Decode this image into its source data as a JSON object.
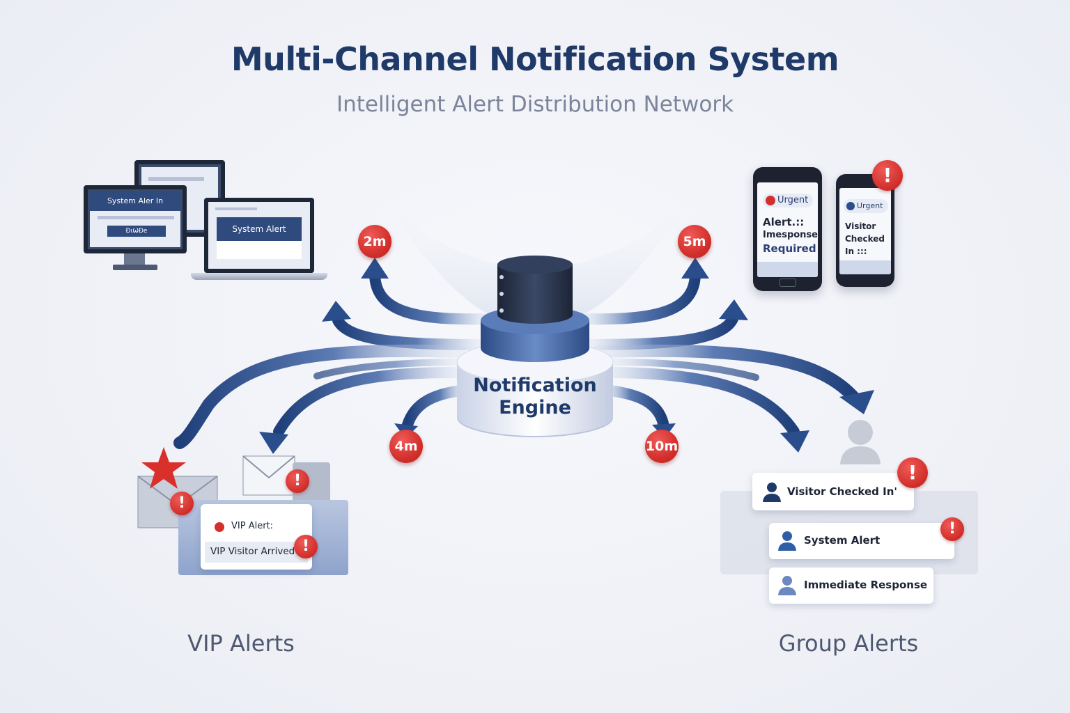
{
  "header": {
    "title": "Multi-Channel Notification System",
    "subtitle": "Intelligent Alert Distribution Network"
  },
  "engine": {
    "label_line1": "Notification",
    "label_line2": "Engine"
  },
  "badges": {
    "top_left": "2m",
    "top_right": "5m",
    "bottom_left": "4m",
    "bottom_right": "10m"
  },
  "desktop": {
    "monitor_bar": "System Aler In",
    "monitor_button": "ĐιѠĐе",
    "laptop_bar": "System Alert"
  },
  "mobile": {
    "phone1_pill": "Urgent",
    "phone1_line1": "Alert.::",
    "phone1_line2": "Imesponse",
    "phone1_line3": "Required",
    "phone2_pill": "Urgent",
    "phone2_line1": "Visitor",
    "phone2_line2": "Checked",
    "phone2_line3": "In :::",
    "alert_mark": "!"
  },
  "vip": {
    "card_title": "VIP Alert:",
    "card_body": "VIP Visitor Arrived",
    "alert_mark": "!",
    "label": "VIP Alerts"
  },
  "group": {
    "card1": "Visitor Checked In'",
    "card2": "System Alert",
    "card3": "Immediate Response",
    "alert_mark": "!",
    "label": "Group Alerts"
  },
  "colors": {
    "title": "#1f3a68",
    "flow_dark": "#1f3f7a",
    "badge_red": "#d3302c",
    "text_gray": "#7b849a"
  }
}
